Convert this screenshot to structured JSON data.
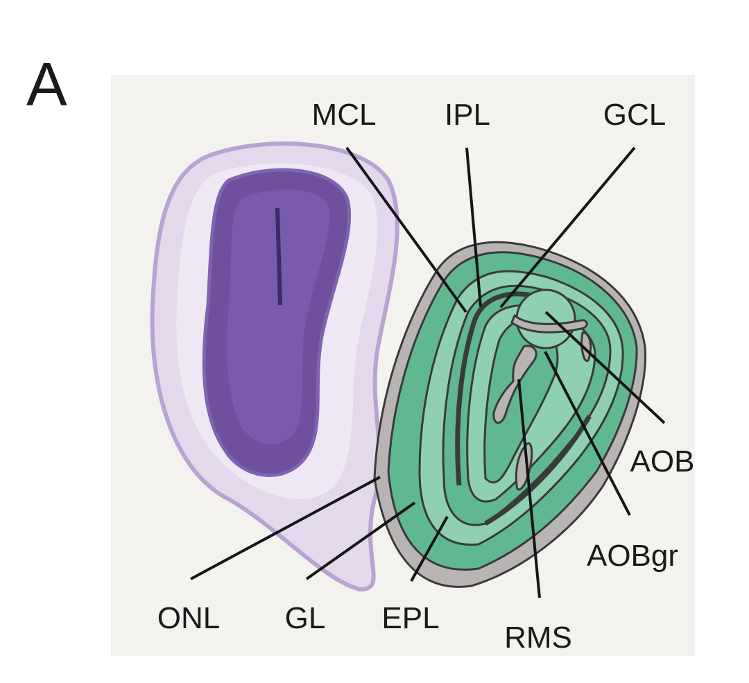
{
  "panel_letter": "A",
  "labels": {
    "mcl": "MCL",
    "ipl": "IPL",
    "gcl": "GCL",
    "aob": "AOB",
    "aobgr": "AOBgr",
    "rms": "RMS",
    "onl": "ONL",
    "gl": "GL",
    "epl": "EPL"
  },
  "colors": {
    "panel_bg": "#f3f2ef",
    "green_dark": "#5fb890",
    "green_light": "#8fd0b0",
    "gray_layer": "#b8b4b4",
    "nissl_dark": "#6a4a9a",
    "nissl_light": "#d9cce6"
  }
}
